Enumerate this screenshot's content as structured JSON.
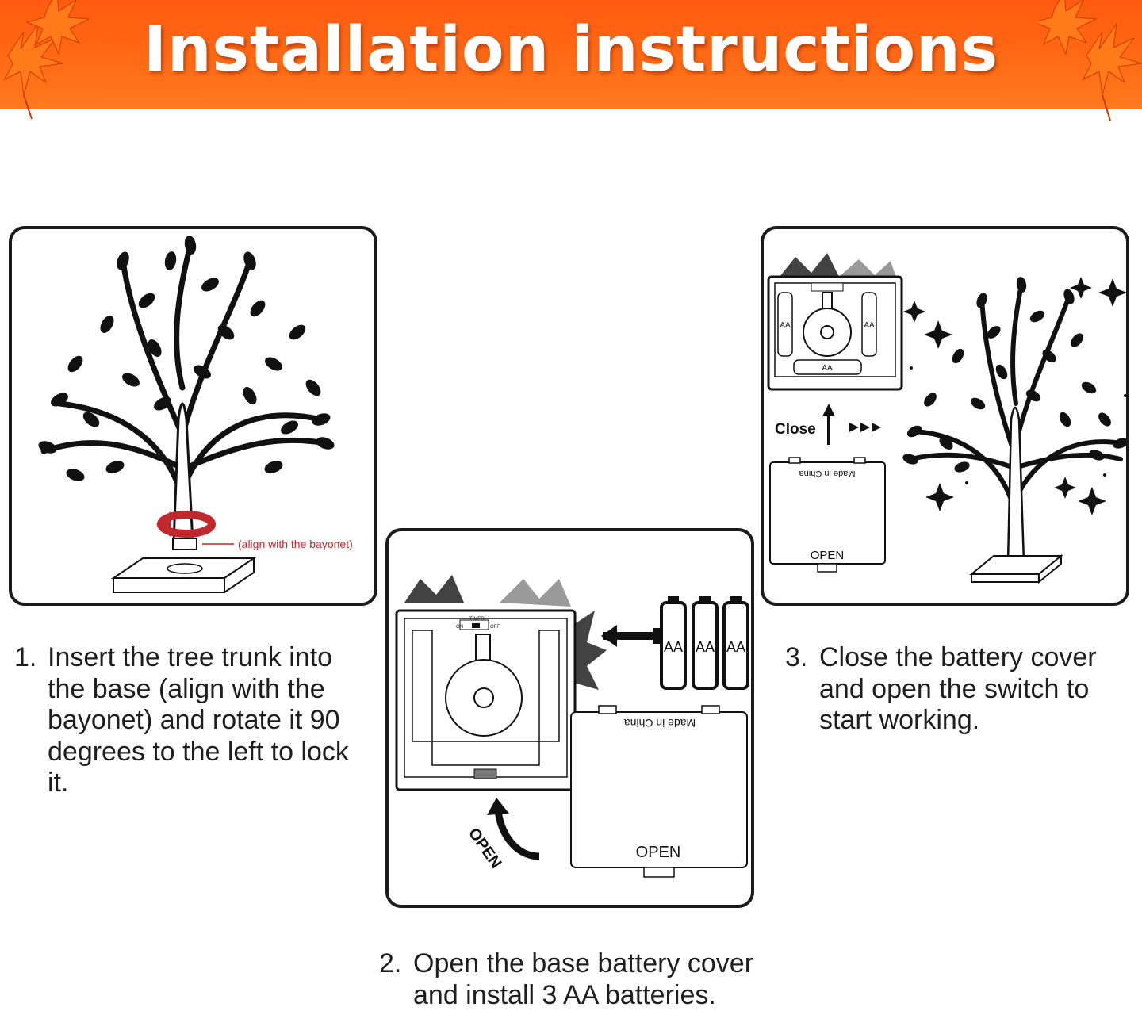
{
  "banner": {
    "title": "Installation instructions",
    "colors": {
      "top": "#ff5a10",
      "bottom": "#ff7a1c",
      "leaf": "#ff7b1a"
    }
  },
  "steps": [
    {
      "number": "1.",
      "text": "Insert the tree trunk into the base (align with the bayonet) and rotate it 90 degrees to the left to lock it.",
      "callout": "(align with the bayonet)",
      "icons": [
        "tree-icon",
        "rotate-arrow-icon",
        "base-icon"
      ]
    },
    {
      "number": "2.",
      "text": "Open the base battery cover and install 3 AA batteries.",
      "battery_labels": [
        "AA",
        "AA",
        "AA"
      ],
      "switch_labels": {
        "timer": "TIMER",
        "on": "ON",
        "off": "OFF"
      },
      "cover_top_label": "Made in China",
      "cover_bottom_label": "OPEN",
      "arrow_label": "OPEN"
    },
    {
      "number": "3.",
      "text": "Close the battery cover and open the switch to start working.",
      "close_label": "Close",
      "forward_icon": "triple-arrow-icon",
      "battery_labels": [
        "AA",
        "AA",
        "AA"
      ],
      "cover_top_label": "Made in China",
      "cover_bottom_label": "OPEN"
    }
  ],
  "colors": {
    "accent_red": "#c0282d",
    "ink": "#1a1a1a"
  }
}
